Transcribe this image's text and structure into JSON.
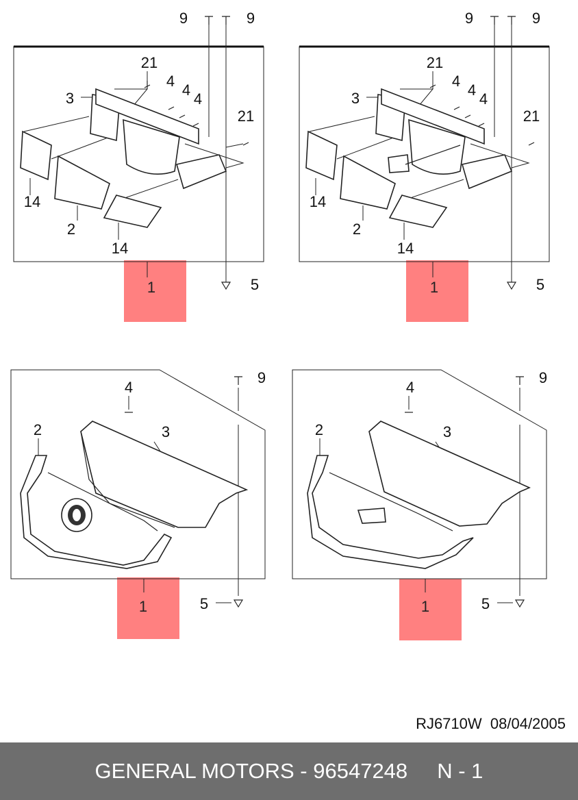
{
  "callouts": {
    "p1": [
      "9",
      "9",
      "21",
      "4",
      "4",
      "4",
      "3",
      "21",
      "14",
      "2",
      "14",
      "5"
    ],
    "p2": [
      "9",
      "9",
      "21",
      "4",
      "4",
      "4",
      "3",
      "21",
      "14",
      "2",
      "14",
      "5"
    ],
    "p3": [
      "9",
      "4",
      "2",
      "3",
      "5"
    ],
    "p4": [
      "9",
      "4",
      "2",
      "3",
      "5"
    ]
  },
  "highlight_label": "1",
  "drawing_code": "RJ6710W",
  "drawing_date": "08/04/2005",
  "footer": {
    "brand": "GENERAL MOTORS",
    "separator": "-",
    "part_number": "96547248",
    "ref": "N - 1"
  },
  "colors": {
    "highlight": "#ff8080",
    "footer_bg": "#6e6e6e",
    "footer_text": "#ffffff"
  }
}
